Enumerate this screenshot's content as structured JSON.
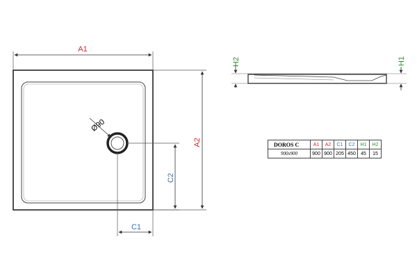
{
  "labels": {
    "a1": "A1",
    "a2": "A2",
    "c1": "C1",
    "c2": "C2",
    "h1": "H1",
    "h2": "H2",
    "drain_diameter": "Ø90"
  },
  "colors": {
    "a": "#d9232a",
    "c": "#3a6fb5",
    "h": "#2e8b2e",
    "line": "#333333"
  },
  "spec_table": {
    "model": "DOROS C",
    "size": "900x900",
    "columns": [
      {
        "key": "A1",
        "value": "900",
        "color": "#d9232a"
      },
      {
        "key": "A2",
        "value": "900",
        "color": "#d9232a"
      },
      {
        "key": "C1",
        "value": "205",
        "color": "#3a6fb5"
      },
      {
        "key": "C2",
        "value": "450",
        "color": "#3a6fb5"
      },
      {
        "key": "H1",
        "value": "45",
        "color": "#2e8b2e"
      },
      {
        "key": "H2",
        "value": "15",
        "color": "#2e8b2e"
      }
    ]
  }
}
